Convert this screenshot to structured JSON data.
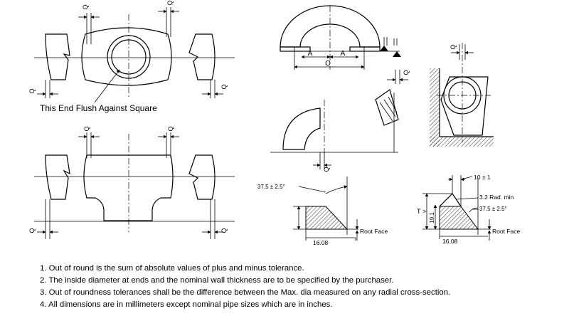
{
  "labels": {
    "q": "Q",
    "a": "A",
    "o": "O",
    "flush": "This End Flush Against Square",
    "bevel_angle": "37.5 ± 2.5°",
    "land": "10 ± 1",
    "radius": "3.2 Rad. min",
    "root_face": "Root Face",
    "offset": "16.08",
    "t": "T",
    "gt": ">",
    "nineteen": "19.1"
  },
  "notes": [
    "1.  Out of round is the sum of absolute values of plus and minus tolerance.",
    "2.  The inside diameter at ends and the nominal wall thickness are to be specified by the purchaser.",
    "3.  Out of roundness tolerances shall be the difference between the Max. dia measured on any radial cross-section.",
    "4.  All dimensions  are in millimeters except nominal pipe sizes which are in inches."
  ]
}
